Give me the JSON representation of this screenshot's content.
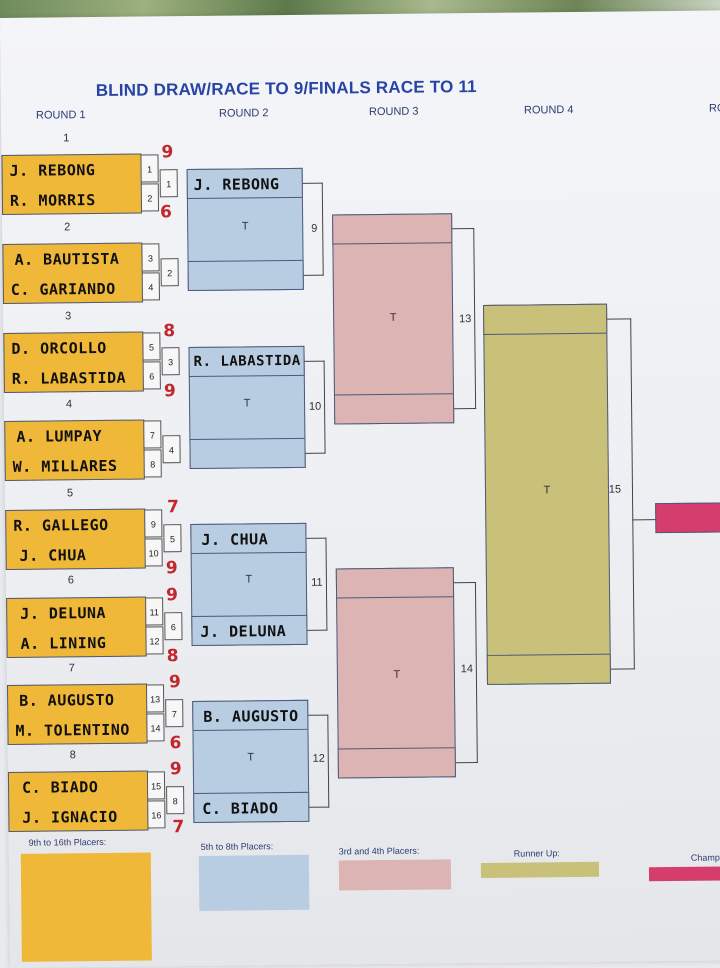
{
  "title": "BLIND DRAW/RACE TO 9/FINALS RACE TO 11",
  "rounds": [
    "ROUND 1",
    "ROUND 2",
    "ROUND 3",
    "ROUND 4",
    "RO"
  ],
  "tbd_marker": "T",
  "round1": [
    {
      "match": "1",
      "top": {
        "name": "J. REBONG",
        "seed": "1",
        "score": "9"
      },
      "bottom": {
        "name": "R. MORRIS",
        "seed": "2",
        "score": "6"
      }
    },
    {
      "match": "2",
      "top": {
        "name": "A. BAUTISTA",
        "seed": "3",
        "score": ""
      },
      "bottom": {
        "name": "C. GARIANDO",
        "seed": "4",
        "score": ""
      }
    },
    {
      "match": "3",
      "top": {
        "name": "D. ORCOLLO",
        "seed": "5",
        "score": "8"
      },
      "bottom": {
        "name": "R. LABASTIDA",
        "seed": "6",
        "score": "9"
      }
    },
    {
      "match": "4",
      "top": {
        "name": "A. LUMPAY",
        "seed": "7",
        "score": ""
      },
      "bottom": {
        "name": "W. MILLARES",
        "seed": "8",
        "score": ""
      }
    },
    {
      "match": "5",
      "top": {
        "name": "R. GALLEGO",
        "seed": "9",
        "score": "7"
      },
      "bottom": {
        "name": "J. CHUA",
        "seed": "10",
        "score": "9"
      }
    },
    {
      "match": "6",
      "top": {
        "name": "J. DELUNA",
        "seed": "11",
        "score": "9"
      },
      "bottom": {
        "name": "A. LINING",
        "seed": "12",
        "score": "8"
      }
    },
    {
      "match": "7",
      "top": {
        "name": "B. AUGUSTO",
        "seed": "13",
        "score": "9"
      },
      "bottom": {
        "name": "M. TOLENTINO",
        "seed": "14",
        "score": "6"
      }
    },
    {
      "match": "8",
      "top": {
        "name": "C. BIADO",
        "seed": "15",
        "score": "9"
      },
      "bottom": {
        "name": "J. IGNACIO",
        "seed": "16",
        "score": "7"
      }
    }
  ],
  "round2": [
    {
      "match": "1",
      "next": "9",
      "top": "J. REBONG",
      "bottom": ""
    },
    {
      "match": "2",
      "next": "",
      "top": "",
      "bottom": ""
    },
    {
      "match": "3",
      "next": "10",
      "top": "R. LABASTIDA",
      "bottom": ""
    },
    {
      "match": "4",
      "next": "",
      "top": "",
      "bottom": ""
    },
    {
      "match": "5",
      "next": "11",
      "top": "J. CHUA",
      "bottom": "J. DELUNA"
    },
    {
      "match": "6",
      "next": "",
      "top": "",
      "bottom": ""
    },
    {
      "match": "7",
      "next": "12",
      "top": "B. AUGUSTO",
      "bottom": "C. BIADO"
    },
    {
      "match": "8",
      "next": "",
      "top": "",
      "bottom": ""
    }
  ],
  "round3_numbers": [
    "13",
    "14"
  ],
  "round4_number": "15",
  "legend": [
    {
      "label": "9th to 16th Placers:",
      "color": "#f0b838"
    },
    {
      "label": "5th to 8th Placers:",
      "color": "#b9cde2"
    },
    {
      "label": "3rd and 4th Placers:",
      "color": "#dcb4b4"
    },
    {
      "label": "Runner Up:",
      "color": "#c9c07a"
    },
    {
      "label": "Champic",
      "color": "#d53e6c"
    }
  ]
}
